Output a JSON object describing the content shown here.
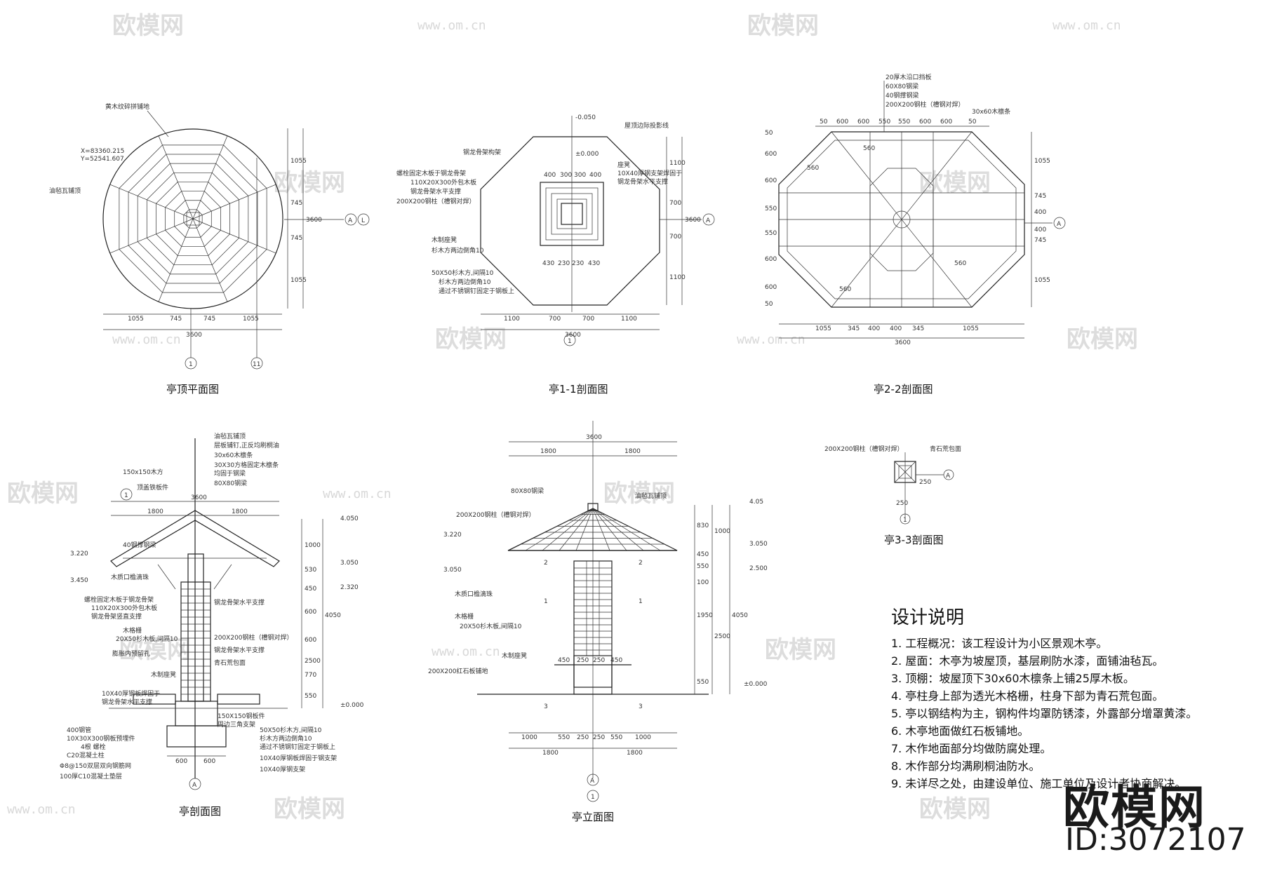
{
  "watermark": {
    "brand": "欧模网",
    "url": "www.om.cn"
  },
  "drawings": {
    "roof_plan": {
      "title": "亭顶平面图",
      "labels": [
        "黄木纹碎拼铺地",
        "油毡瓦铺顶",
        "X=83360.215",
        "Y=52541.607"
      ],
      "dims": [
        "1055",
        "745",
        "745",
        "1055",
        "3600"
      ],
      "vdims": [
        "1055",
        "745",
        "745",
        "1055",
        "3600"
      ],
      "axes": [
        "A",
        "L",
        "1",
        "11"
      ]
    },
    "section_1": {
      "title": "亭1-1剖面图",
      "labels": [
        "屋顶边际投影线",
        "钢龙骨架构架",
        "螺栓固定木板于钢龙骨架",
        "110X20X300外包木板",
        "钢龙骨架水平支撑",
        "200X200钢柱（槽钢对焊）",
        "座凳",
        "10X40厚钢支架焊固于",
        "钢龙骨架水平支撑",
        "木制座凳",
        "杉木方两边倒角10",
        "50X50杉木方,间隔10",
        "杉木方两边倒角10",
        "通过不锈钢钉固定于钢板上"
      ],
      "top_dims": [
        "400",
        "300",
        "300",
        "400"
      ],
      "bottom_dims": [
        "1100",
        "700",
        "700",
        "1100",
        "3600"
      ],
      "inner_dims": [
        "430",
        "230",
        "230",
        "430"
      ],
      "vdims": [
        "1100",
        "700",
        "700",
        "1100",
        "3600"
      ],
      "levels": [
        "-0.050",
        "±0.000"
      ],
      "axes": [
        "A",
        "1"
      ]
    },
    "section_2": {
      "title": "亭2-2剖面图",
      "labels": [
        "20厚木沿口挡板",
        "60X80钢梁",
        "40钢撑钢梁",
        "200X200钢柱（槽钢对焊）",
        "30x60木檩条"
      ],
      "top_dims": [
        "50",
        "600",
        "600",
        "550",
        "550",
        "600",
        "600",
        "50"
      ],
      "bottom_dims": [
        "1055",
        "345",
        "400",
        "400",
        "345",
        "1055",
        "3600"
      ],
      "vdims": [
        "1055",
        "745",
        "400",
        "400",
        "745",
        "1055"
      ],
      "left_dims": [
        "50",
        "600",
        "600",
        "550",
        "550",
        "600",
        "600",
        "50"
      ],
      "inner": [
        "560",
        "560",
        "560",
        "560"
      ],
      "axes": [
        "A"
      ]
    },
    "section_3": {
      "title": "亭3-3剖面图",
      "labels": [
        "200X200钢柱（槽钢对焊）",
        "青石荒包面"
      ],
      "dims": [
        "250",
        "250"
      ],
      "axes": [
        "A",
        "1"
      ]
    },
    "section": {
      "title": "亭剖面图",
      "labels": [
        "油毡瓦铺顶",
        "层板铺钉,正反均刷桐油",
        "30x60木檩条",
        "30X30方格固定木檩条",
        "均固于钢梁",
        "80X80钢梁",
        "150x150木方",
        "顶盖铁板件",
        "40钢撑钢梁",
        "木质口檐滴珠",
        "螺栓固定木板于钢龙骨架",
        "110X20X300外包木板",
        "钢龙骨架竖直支撑",
        "钢龙骨架水平支撑",
        "木格栅",
        "20X50杉木板,间隔10",
        "200X200钢柱（槽钢对焊）",
        "膨胀内预留孔",
        "钢龙骨架水平支撑",
        "木制座凳",
        "10X40厚钢板焊固于",
        "钢龙骨架水平支撑",
        "青石荒包面",
        "150X150钢板件",
        "周边三角支架",
        "50X50杉木方,间隔10",
        "杉木方两边倒角10",
        "通过不锈钢钉固定于钢板上",
        "10X40厚钢板焊固于钢支架",
        "10X40厚钢支架",
        "400钢管",
        "10X30X300钢板预埋件",
        "4根 螺栓",
        "C20混凝土柱",
        "Φ8@150双层双向钢筋网",
        "100厚C10混凝土垫层"
      ],
      "dims": [
        "3600",
        "1800",
        "1800",
        "600",
        "600"
      ],
      "vdims": [
        "1000",
        "530",
        "450",
        "600",
        "600",
        "2500",
        "770",
        "550",
        "4050"
      ],
      "levels": [
        "4.050",
        "3.050",
        "3.220",
        "3.450",
        "2.320",
        "±0.000"
      ],
      "axes": [
        "1",
        "A"
      ]
    },
    "elevation": {
      "title": "亭立面图",
      "labels": [
        "80X80钢梁",
        "200X200钢柱（槽钢对焊）",
        "油毡瓦铺顶",
        "木质口檐滴珠",
        "木格栅",
        "20X50杉木板,间隔10",
        "木制座凳",
        "200X200红石板铺地"
      ],
      "top_dims": [
        "3600",
        "1800",
        "1800"
      ],
      "bottom_dims": [
        "1000",
        "550",
        "250",
        "250",
        "550",
        "1000",
        "1800",
        "1800"
      ],
      "mid_dims": [
        "450",
        "250",
        "250",
        "450"
      ],
      "vdims": [
        "830",
        "1000",
        "450",
        "550",
        "100",
        "1950",
        "2500",
        "4050",
        "550"
      ],
      "levels": [
        "4.05",
        "3.220",
        "3.050",
        "3.050",
        "2.500",
        "±0.000"
      ],
      "marks": [
        "2",
        "2",
        "1",
        "1",
        "3",
        "3"
      ],
      "axes": [
        "A",
        "1"
      ]
    }
  },
  "notes": {
    "heading": "设计说明",
    "items": [
      "1. 工程概况：该工程设计为小区景观木亭。",
      "2. 屋面：木亭为坡屋顶，基层刷防水漆，面铺油毡瓦。",
      "3. 顶棚：坡屋顶下30x60木檩条上铺25厚木板。",
      "4. 亭柱身上部为透光木格栅，柱身下部为青石荒包面。",
      "5. 亭以钢结构为主，钢构件均罩防锈漆，外露部分增罩黄漆。",
      "6. 木亭地面做红石板铺地。",
      "7. 木作地面部分均做防腐处理。",
      "8. 木作部分均满刷桐油防水。",
      "9. 未详尽之处，由建设单位、施工单位及设计者协商解决。"
    ]
  },
  "brand": {
    "name": "欧模网",
    "id": "ID:3072107"
  }
}
